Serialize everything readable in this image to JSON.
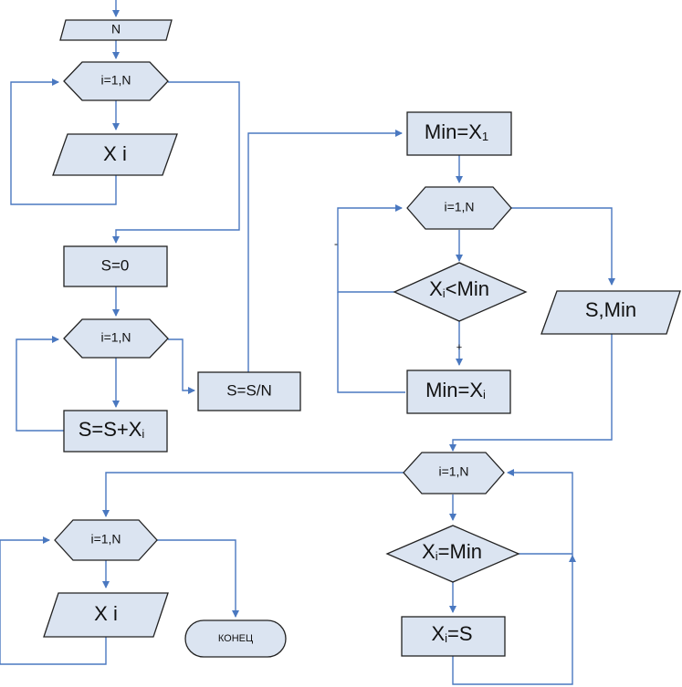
{
  "labels": {
    "input_n": "N",
    "loop1": "i=1,N",
    "input_xi": "X i",
    "s_zero": "S=0",
    "loop2": "i=1,N",
    "s_sum": "S=S+X",
    "s_sum_sub": "i",
    "s_div": "S=S/N",
    "min_init": "Min=X",
    "min_init_sub": "1",
    "loop3": "i=1,N",
    "cond_lt_a": "X",
    "cond_lt_sub": "i",
    "cond_lt_b": "<Min",
    "min_assign": "Min=X",
    "min_assign_sub": "i",
    "output_s_min": "S,Min",
    "loop4": "i=1,N",
    "cond_eq_a": "X",
    "cond_eq_sub": "i",
    "cond_eq_b": "=Min",
    "assign_s_a": "X",
    "assign_s_sub": "i",
    "assign_s_b": "=S",
    "loop5": "i=1,N",
    "output_xi": "X i",
    "end": "КОНЕЦ",
    "branch_minus": "-",
    "branch_plus": "+"
  },
  "colors": {
    "shape_fill": "#dbe4f1",
    "shape_stroke": "#222222",
    "connector": "#4a78c0"
  }
}
